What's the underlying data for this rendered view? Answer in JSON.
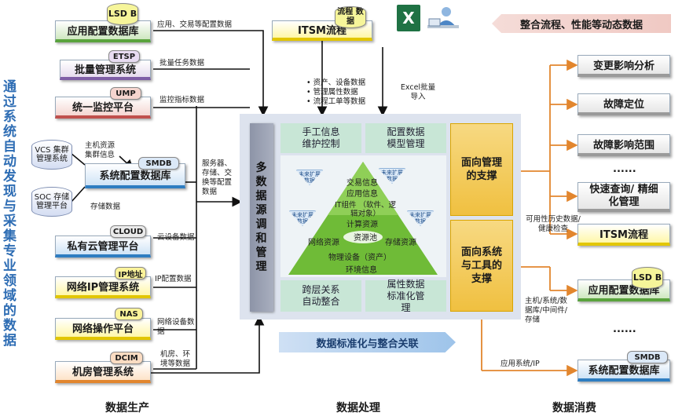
{
  "vertical_title": "通过系统自动发现与采集专业领域的数据",
  "sections": {
    "production": "数据生产",
    "processing": "数据处理",
    "consumption": "数据消费"
  },
  "top_right_banner": "整合流程、性能等动态数据",
  "producers": [
    {
      "name": "应用配置数据库",
      "tag": "LSD B",
      "flow": "应用、交易等配置数据"
    },
    {
      "name": "批量管理系统",
      "tag": "ETSP",
      "flow": "批量任务数据"
    },
    {
      "name": "统一监控平台",
      "tag": "UMP",
      "flow": "监控指标数据"
    },
    {
      "name": "系统配置数据库",
      "tag": "SMDB",
      "flow": "存储数据"
    },
    {
      "name": "私有云管理平台",
      "tag": "CLOUD",
      "flow": "云设备数据"
    },
    {
      "name": "网络IP管理系统",
      "tag": "IP地址",
      "flow": "IP配置数据"
    },
    {
      "name": "网络操作平台",
      "tag": "NAS",
      "flow": "网络设备数据"
    },
    {
      "name": "机房管理系统",
      "tag": "DCIM",
      "flow": "机房、环境等数据"
    }
  ],
  "cylinders": {
    "vcs": "VCS 集群管理系统",
    "soc": "SOC 存储管理平台"
  },
  "smdb_in_labels": {
    "host": "主机资源 集群信息",
    "server": "服务器、存储、交换等配置数据"
  },
  "itsm_top": {
    "name": "ITSM流程",
    "tag": "流程 数据"
  },
  "itsm_list": [
    "资产、设备数据",
    "管理属性数据",
    "流程工单等数据"
  ],
  "excel": {
    "letter": "X",
    "label": "Excel批量 导入"
  },
  "center_title": "多数据源调和管理",
  "grid": {
    "top_left": "手工信息 维护控制",
    "top_right": "配置数据 模型管理",
    "bottom_left": "跨层关系 自动整合",
    "bottom_right": "属性数据 标准化管理"
  },
  "pyramid": [
    "交易信息",
    "应用信息",
    "IT组件 （软件、逻辑对象）",
    "计算资源",
    "网络资源",
    "资源池",
    "存储资源",
    "物理设备（资产）",
    "环境信息"
  ],
  "ext_labels": [
    "未来扩展 数据",
    "未来扩展 数据",
    "未来扩展 数据",
    "未来扩展 数据"
  ],
  "support": {
    "mgmt": "面向管理的支撑",
    "tools": "面向系统与工具的支撑"
  },
  "normalize_banner": "数据标准化与整合关联",
  "consumers": [
    "变更影响分析",
    "故障定位",
    "故障影响范围",
    "......",
    "快速查询/ 精细化管理",
    "ITSM流程",
    "应用配置数据库",
    "......",
    "系统配置数据库"
  ],
  "consumer_tags": {
    "lsdb": "LSD B",
    "smdb": "SMDB"
  },
  "consumer_flows": {
    "history": "可用性历史数据/健康检查",
    "host": "主机/系统/数据库/中间件/存储",
    "app": "应用系统/IP"
  },
  "colors": {
    "green": "#5aa33d",
    "purple": "#7f5ea6",
    "red": "#c0504d",
    "blue": "#2e7dc1",
    "yellow": "#e2c600",
    "orange": "#e2862e"
  }
}
